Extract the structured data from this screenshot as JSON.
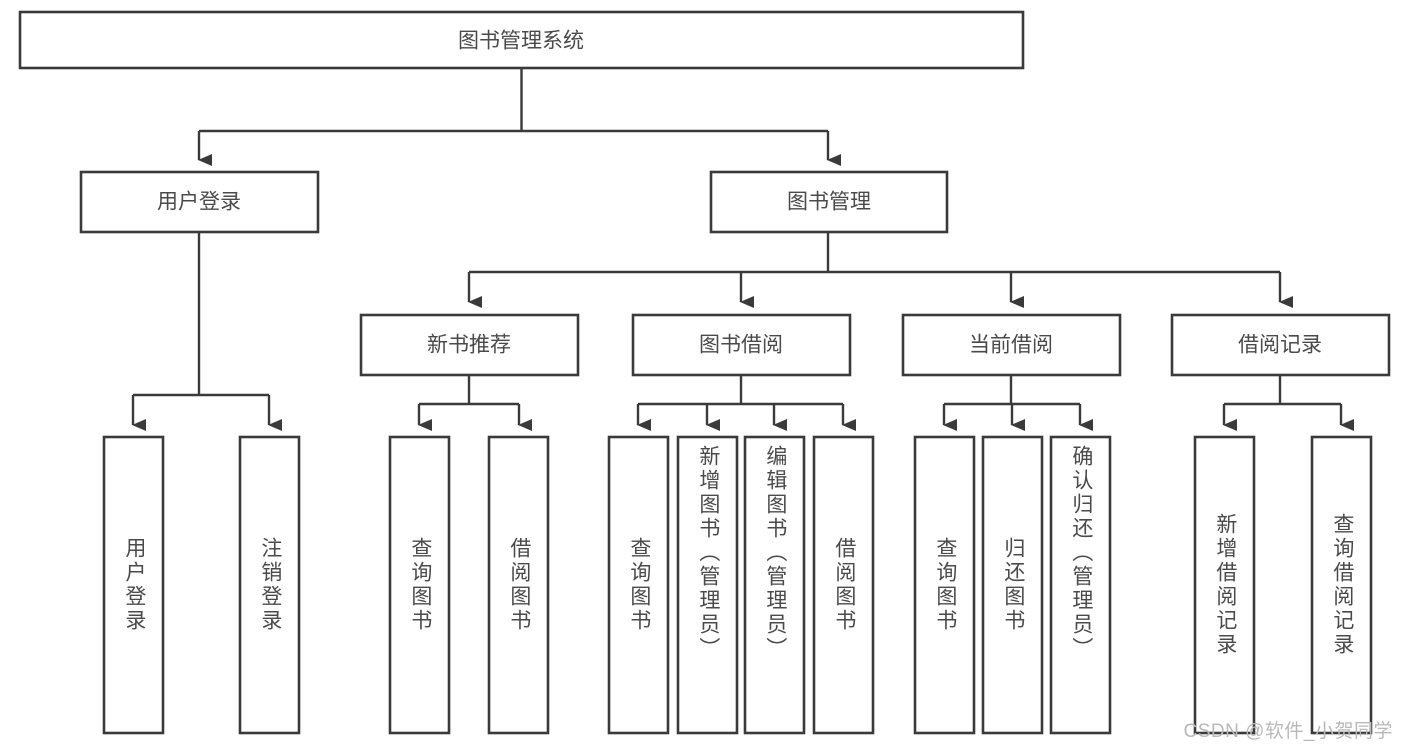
{
  "diagram": {
    "type": "tree-hierarchy",
    "title": "图书管理系统",
    "watermark": "CSDN @软件_小贺同学",
    "colors": {
      "box_stroke": "#3a3a3a",
      "box_fill": "#ffffff",
      "text": "#4a4a4a",
      "connector": "#3a3a3a",
      "watermark": "#b9b9b9",
      "background": "#ffffff"
    },
    "levels": [
      {
        "level": 1,
        "nodes": [
          {
            "id": "root",
            "label": "图书管理系统",
            "orientation": "horizontal"
          }
        ]
      },
      {
        "level": 2,
        "nodes": [
          {
            "id": "user-login",
            "label": "用户登录",
            "orientation": "horizontal",
            "parent": "root"
          },
          {
            "id": "book-manage",
            "label": "图书管理",
            "orientation": "horizontal",
            "parent": "root"
          }
        ]
      },
      {
        "level": 3,
        "nodes": [
          {
            "id": "new-book-rec",
            "label": "新书推荐",
            "orientation": "horizontal",
            "parent": "book-manage"
          },
          {
            "id": "book-borrow",
            "label": "图书借阅",
            "orientation": "horizontal",
            "parent": "book-manage"
          },
          {
            "id": "current-borrow",
            "label": "当前借阅",
            "orientation": "horizontal",
            "parent": "book-manage"
          },
          {
            "id": "borrow-record",
            "label": "借阅记录",
            "orientation": "horizontal",
            "parent": "book-manage"
          }
        ]
      },
      {
        "level": 4,
        "nodes": [
          {
            "id": "leaf-user-login",
            "label": "用户登录",
            "orientation": "vertical",
            "parent": "user-login"
          },
          {
            "id": "leaf-logout",
            "label": "注销登录",
            "orientation": "vertical",
            "parent": "user-login"
          },
          {
            "id": "leaf-query-book-1",
            "label": "查询图书",
            "orientation": "vertical",
            "parent": "new-book-rec"
          },
          {
            "id": "leaf-borrow-book-1",
            "label": "借阅图书",
            "orientation": "vertical",
            "parent": "new-book-rec"
          },
          {
            "id": "leaf-query-book-2",
            "label": "查询图书",
            "orientation": "vertical",
            "parent": "book-borrow"
          },
          {
            "id": "leaf-add-book",
            "label": "新增图书（管理员）",
            "orientation": "vertical",
            "parent": "book-borrow"
          },
          {
            "id": "leaf-edit-book",
            "label": "编辑图书（管理员）",
            "orientation": "vertical",
            "parent": "book-borrow"
          },
          {
            "id": "leaf-borrow-book-2",
            "label": "借阅图书",
            "orientation": "vertical",
            "parent": "book-borrow"
          },
          {
            "id": "leaf-query-book-3",
            "label": "查询图书",
            "orientation": "vertical",
            "parent": "current-borrow"
          },
          {
            "id": "leaf-return-book",
            "label": "归还图书",
            "orientation": "vertical",
            "parent": "current-borrow"
          },
          {
            "id": "leaf-confirm-return",
            "label": "确认归还（管理员）",
            "orientation": "vertical",
            "parent": "current-borrow"
          },
          {
            "id": "leaf-add-record",
            "label": "新增借阅记录",
            "orientation": "vertical",
            "parent": "borrow-record"
          },
          {
            "id": "leaf-query-record",
            "label": "查询借阅记录",
            "orientation": "vertical",
            "parent": "borrow-record"
          }
        ]
      }
    ]
  }
}
